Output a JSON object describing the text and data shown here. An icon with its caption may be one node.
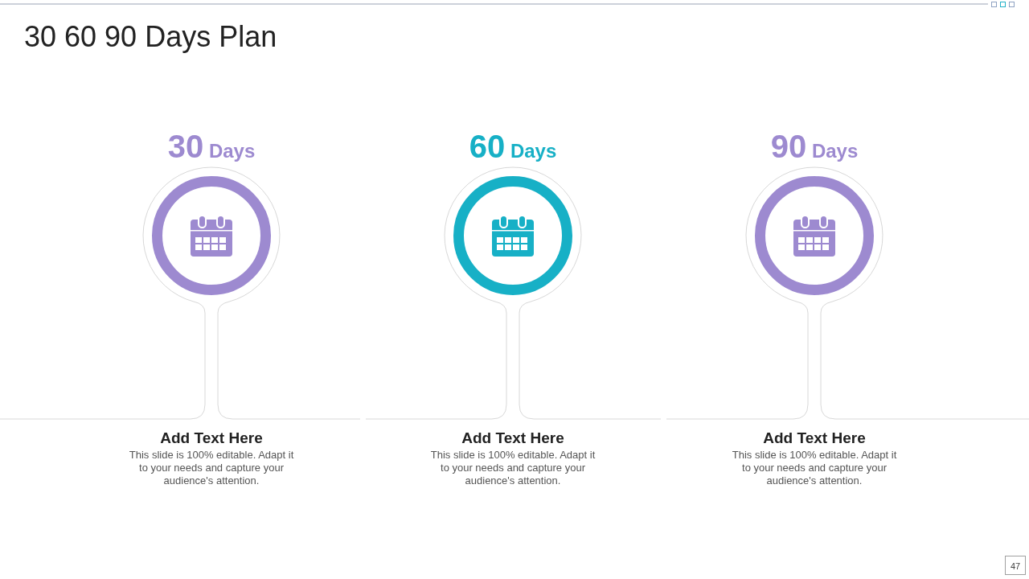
{
  "diagram": {
    "title": "30 60 90 Days Plan",
    "nodes": [
      {
        "text": [
          "30 Days"
        ],
        "beside": [
          "Add Text Here",
          "This slide is 100% editable. Adapt it to your needs and capture your audience's attention."
        ]
      },
      {
        "text": [
          "60 Days"
        ],
        "beside": [
          "Add Text Here",
          "This slide is 100% editable. Adapt it to your needs and capture your audience's attention."
        ]
      },
      {
        "text": [
          "90 Days"
        ],
        "beside": [
          "Add Text Here",
          "This slide is 100% editable. Adapt it to your needs and capture your audience's attention."
        ]
      }
    ],
    "labels": [
      "47"
    ]
  }
}
